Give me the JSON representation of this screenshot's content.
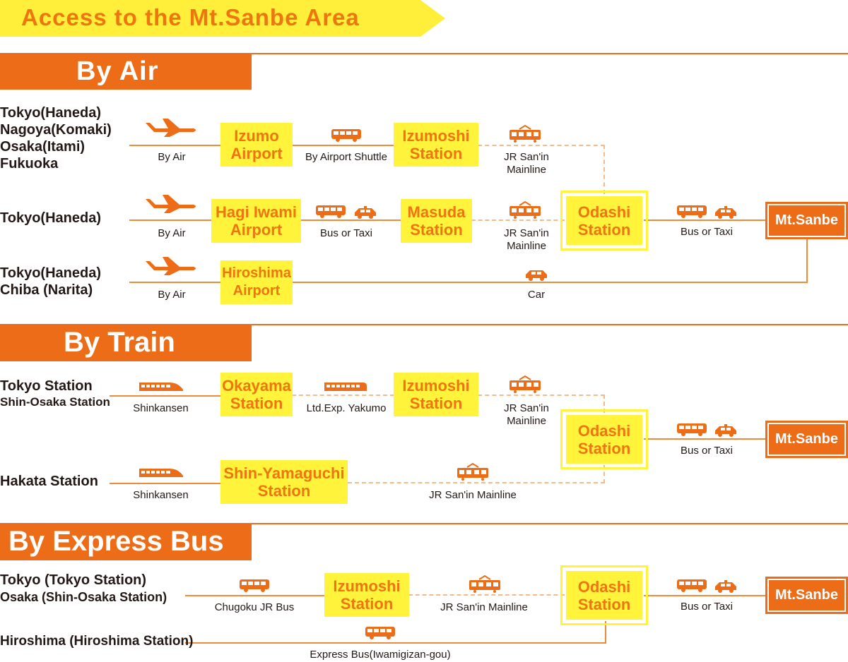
{
  "title": "Access to the Mt.Sanbe Area",
  "colors": {
    "orange": "#ec6c17",
    "yellow": "#fff33c",
    "text": "#231815"
  },
  "sections": {
    "air": {
      "heading": "By Air",
      "routes": {
        "izumo": {
          "origins": [
            "Tokyo(Haneda)",
            "Nagoya(Komaki)",
            "Osaka(Itami)",
            "Fukuoka"
          ],
          "mode1": "By Air",
          "hub": [
            "Izumo",
            "Airport"
          ],
          "mode2": "By Airport Shuttle",
          "station": [
            "Izumoshi",
            "Station"
          ],
          "mode3": [
            "JR San'in",
            "Mainline"
          ]
        },
        "hagi": {
          "origins": [
            "Tokyo(Haneda)"
          ],
          "mode1": "By Air",
          "hub": [
            "Hagi Iwami",
            "Airport"
          ],
          "mode2": "Bus or Taxi",
          "station": [
            "Masuda",
            "Station"
          ],
          "mode3": [
            "JR San'in",
            "Mainline"
          ],
          "odashi": [
            "Odashi",
            "Station"
          ],
          "mode4": "Bus or Taxi",
          "destination": "Mt.Sanbe"
        },
        "hiroshima": {
          "origins": [
            "Tokyo(Haneda)",
            "Chiba (Narita)"
          ],
          "mode1": "By Air",
          "hub": [
            "Hiroshima",
            "Airport"
          ],
          "mode2": "Car"
        }
      }
    },
    "train": {
      "heading": "By Train",
      "routes": {
        "tokyo": {
          "origins": [
            "Tokyo Station",
            "Shin-Osaka Station"
          ],
          "mode1": "Shinkansen",
          "hub": [
            "Okayama",
            "Station"
          ],
          "mode2": "Ltd.Exp. Yakumo",
          "station": [
            "Izumoshi",
            "Station"
          ],
          "mode3": [
            "JR San'in",
            "Mainline"
          ],
          "odashi": [
            "Odashi",
            "Station"
          ],
          "mode4": "Bus or Taxi",
          "destination": "Mt.Sanbe"
        },
        "hakata": {
          "origins": [
            "Hakata Station"
          ],
          "mode1": "Shinkansen",
          "hub": [
            "Shin-Yamaguchi",
            "Station"
          ],
          "mode2": "JR San'in Mainline"
        }
      }
    },
    "bus": {
      "heading": "By Express Bus",
      "routes": {
        "tokyo": {
          "origins": [
            "Tokyo (Tokyo Station)",
            "Osaka (Shin-Osaka Station)"
          ],
          "mode1": "Chugoku JR Bus",
          "hub": [
            "Izumoshi",
            "Station"
          ],
          "mode2": "JR San'in Mainline",
          "odashi": [
            "Odashi",
            "Station"
          ],
          "mode4": "Bus or Taxi",
          "destination": "Mt.Sanbe"
        },
        "hiroshima": {
          "origins": [
            "Hiroshima (Hiroshima Station)"
          ],
          "mode1": "Express Bus(Iwamigizan-gou)"
        }
      }
    }
  },
  "icons": [
    "plane-icon",
    "bus-icon",
    "train-icon",
    "taxi-icon",
    "car-icon",
    "shinkansen-icon",
    "express-train-icon"
  ]
}
